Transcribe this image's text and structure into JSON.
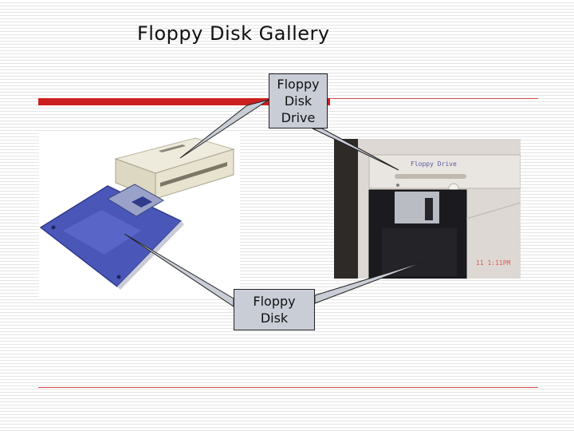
{
  "slide": {
    "title": "Floppy Disk Gallery",
    "callouts": {
      "drive": [
        "Floppy",
        "Disk",
        "Drive"
      ],
      "disk": [
        "Floppy",
        "Disk"
      ]
    },
    "photo_text": {
      "drive_slot_label": "Floppy Drive",
      "timestamp": "11  1:11PM"
    }
  },
  "colors": {
    "accent_red": "#cc1f1f",
    "callout_fill": "#c9cdd6",
    "disk_blue": "#4b57b8",
    "drive_beige": "#e8e3cf"
  }
}
